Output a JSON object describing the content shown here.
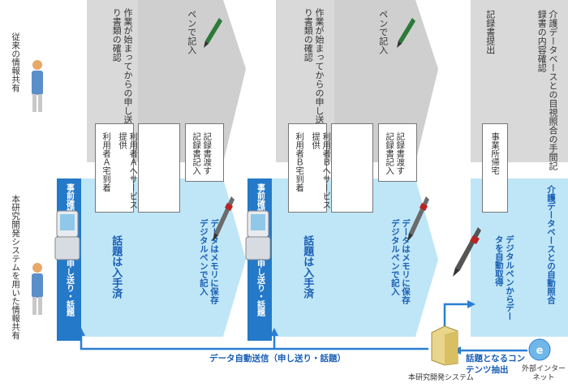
{
  "left_labels": {
    "traditional": "従来の情報共有",
    "system": "本研究開発システムを用いた情報共有"
  },
  "stage1": {
    "gray_main": "作業が始まってからの申し送り書類の確認",
    "gray_pen": "ペンで記入",
    "box_a": "利用者Ａへサービス提供",
    "box_a2": "利用者Ａ宅到着",
    "box_b": "記録書渡す記録書記入",
    "blue_tab_top": "事前確認",
    "blue_tab_bottom": "申し送り・話題",
    "blue_main": "話題は入手済",
    "blue_pen": "データはメモリに保存デジタルペンで記入"
  },
  "stage2": {
    "gray_main": "作業が始まってからの申し送り書類の確認",
    "gray_pen": "ペンで記入",
    "box_a": "利用者Ｂへサービス提供",
    "box_a2": "利用者Ｂ宅到着",
    "box_b": "記録書渡す記録書記入",
    "blue_tab_top": "事前確認",
    "blue_tab_bottom": "申し送り・話題",
    "blue_main": "話題は入手済",
    "blue_pen": "データはメモリに保存デジタルペンで記入"
  },
  "stage3": {
    "gray_submit": "記録書提出",
    "gray_check": "介護データベースとの目視照合の手間記録書の内容確認",
    "box_return": "事業所帰宅",
    "blue_auto": "介護データベースとの自動照合",
    "blue_pen": "デジタルペンからデータを自動取得"
  },
  "bottom": {
    "auto_send": "データ自動送信（申し送り・話題）",
    "server": "本研究開発システム",
    "extract": "話題となるコンテンツ抽出",
    "internet": "外部インターネット"
  },
  "colors": {
    "gray": "#dcdcdc",
    "blue_light": "#bfe6f7",
    "blue_dark": "#2479c8",
    "text_blue": "#1a5fb4"
  }
}
